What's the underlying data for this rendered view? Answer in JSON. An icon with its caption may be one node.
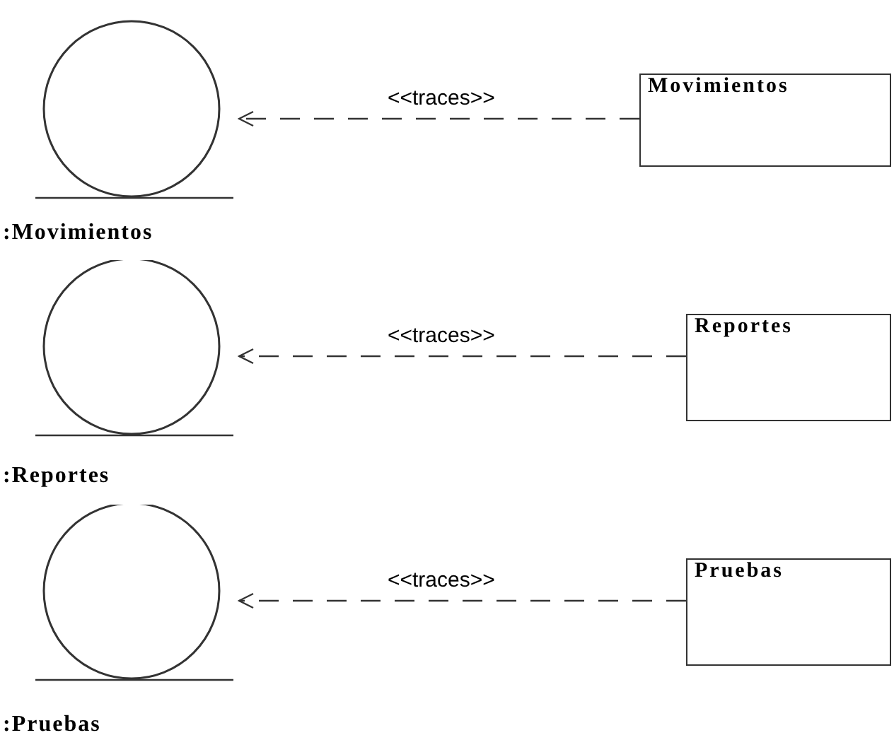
{
  "diagram": {
    "nodes": [
      {
        "text": [
          ":Movimientos"
        ]
      },
      {
        "text": [
          "Movimientos"
        ]
      },
      {
        "text": [
          ":Reportes"
        ]
      },
      {
        "text": [
          "Reportes"
        ]
      },
      {
        "text": [
          ":Pruebas"
        ]
      },
      {
        "text": [
          "Pruebas"
        ]
      }
    ],
    "edges": [
      {
        "from": 1,
        "to": 0,
        "arrow": "to",
        "label": "<<traces>>",
        "style": "dashed"
      },
      {
        "from": 3,
        "to": 2,
        "arrow": "to",
        "label": "<<traces>>",
        "style": "dashed"
      },
      {
        "from": 5,
        "to": 4,
        "arrow": "to",
        "label": "<<traces>>",
        "style": "dashed"
      }
    ]
  }
}
